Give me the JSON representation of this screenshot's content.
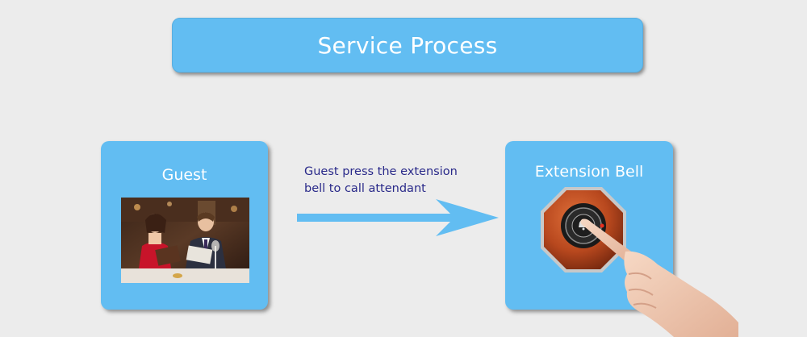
{
  "title": "Service Process",
  "guest_card": {
    "label": "Guest"
  },
  "bell_card": {
    "label": "Extension Bell"
  },
  "arrow": {
    "caption_line1": "Guest press the extension",
    "caption_line2": "bell to call attendant"
  },
  "colors": {
    "card_blue": "#62bdf2",
    "background": "#ececec",
    "caption_text": "#2a2a8a",
    "bell_body": "#b8481e"
  },
  "icons": [
    "photo-guests",
    "arrow-right-icon",
    "extension-bell-icon",
    "pointing-hand-icon"
  ]
}
